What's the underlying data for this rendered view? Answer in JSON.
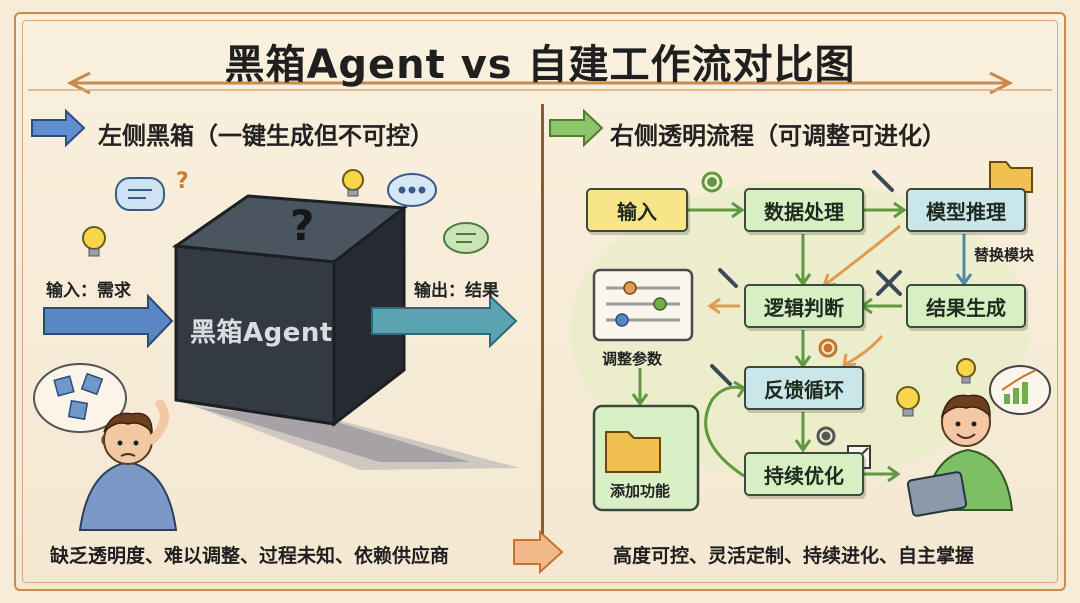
{
  "title": "黑箱Agent vs 自建工作流对比图",
  "left": {
    "heading": "左侧黑箱（一键生成但不可控）",
    "input_label": "输入：需求",
    "output_label": "输出：结果",
    "cube_label": "黑箱Agent",
    "bottom": "缺乏透明度、难以调整、过程未知、依赖供应商"
  },
  "right": {
    "heading": "右侧透明流程（可调整可进化）",
    "nodes": {
      "input": "输入",
      "data": "数据处理",
      "model": "模型推理",
      "logic": "逻辑判断",
      "result": "结果生成",
      "feedback": "反馈循环",
      "optimize": "持续优化"
    },
    "replace_label": "替换模块",
    "params_label": "调整参数",
    "add_label": "添加功能",
    "bottom": "高度可控、灵活定制、持续进化、自主掌握"
  },
  "colors": {
    "accent_orange": "#e39a52",
    "arrow_blue": "#3f6fb0",
    "arrow_teal": "#4f97a8",
    "arrow_green": "#6fae4a",
    "cube": "#2e353d"
  }
}
